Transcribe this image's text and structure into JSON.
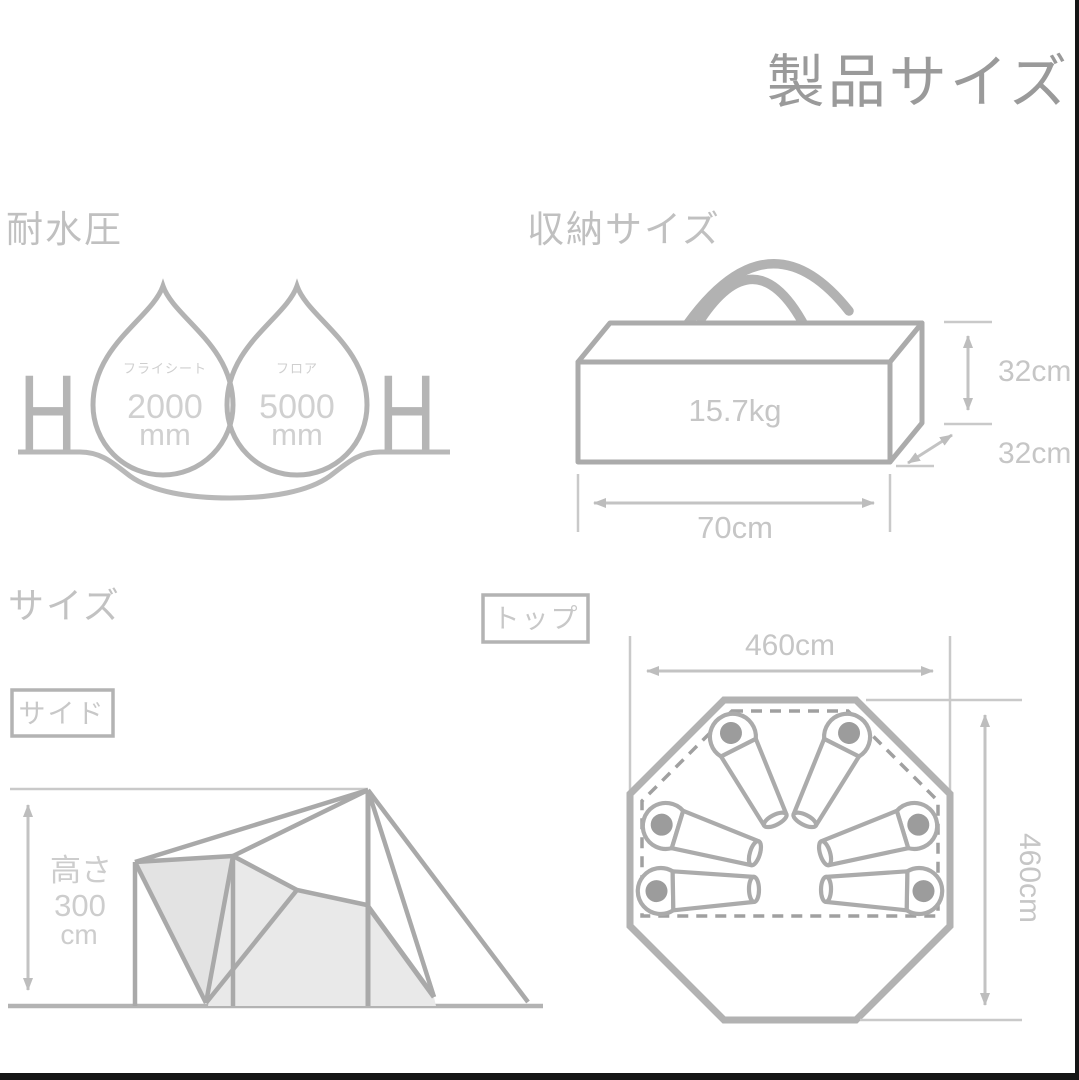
{
  "page": {
    "title": "製品サイズ",
    "background": "#ffffff",
    "edge_bar_color": "#151515",
    "line_gray": "#a9a9a9",
    "light_text_gray": "#c9c9c9",
    "title_gray": "#9a9a9a"
  },
  "water_resistance": {
    "heading": "耐水圧",
    "flysheet": {
      "label": "フライシート",
      "value": "2000",
      "unit": "mm"
    },
    "floor": {
      "label": "フロア",
      "value": "5000",
      "unit": "mm"
    },
    "h_left": "H",
    "h_right": "H"
  },
  "storage": {
    "heading": "収納サイズ",
    "weight": "15.7kg",
    "height": "32cm",
    "depth": "32cm",
    "width": "70cm"
  },
  "size_section": {
    "heading": "サイズ",
    "side_tab": "サイド",
    "top_tab": "トップ",
    "side_view": {
      "height_caption": "高さ",
      "height_value": "300",
      "height_unit": "cm"
    },
    "top_view": {
      "width": "460cm",
      "depth": "460cm"
    }
  }
}
